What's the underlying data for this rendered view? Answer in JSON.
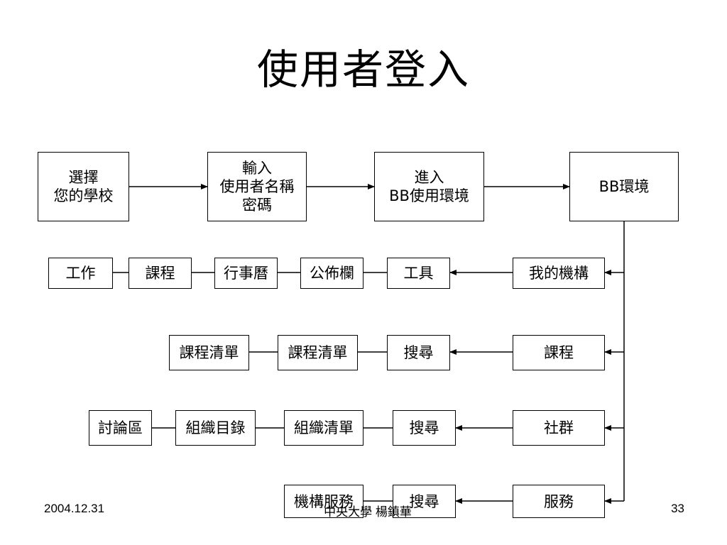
{
  "title": "使用者登入",
  "top_flow": [
    "選擇\n您的學校",
    "輸入\n使用者名稱\n密碼",
    "進入\nBB使用環境",
    "BB環境"
  ],
  "branches": [
    {
      "main": "我的機構",
      "items": [
        "工具",
        "公佈欄",
        "行事曆",
        "課程",
        "工作"
      ]
    },
    {
      "main": "課程",
      "items": [
        "搜尋",
        "課程清單",
        "課程清單"
      ]
    },
    {
      "main": "社群",
      "items": [
        "搜尋",
        "組織清單",
        "組織目錄",
        "討論區"
      ]
    },
    {
      "main": "服務",
      "items": [
        "搜尋",
        "機構服務"
      ]
    }
  ],
  "footer": {
    "date": "2004.12.31",
    "center": "中央大學 楊鎮華",
    "page": "33"
  }
}
